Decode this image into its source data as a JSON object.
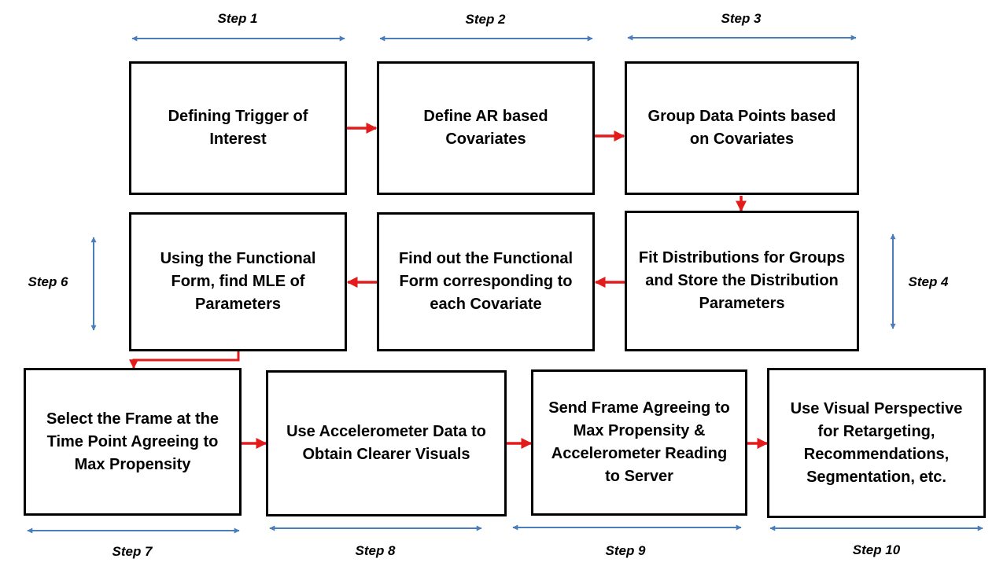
{
  "colors": {
    "flow_arrow": "#e31b1b",
    "step_arrow": "#4a7ebb",
    "box_border": "#000000"
  },
  "boxes": [
    {
      "id": "define-trigger",
      "text": "Defining Trigger of Interest",
      "step": "Step 1"
    },
    {
      "id": "define-ar-covariates",
      "text": "Define AR based Covariates",
      "step": "Step 2"
    },
    {
      "id": "group-data-points",
      "text": "Group Data Points based on Covariates",
      "step": "Step 3"
    },
    {
      "id": "fit-distributions",
      "text": "Fit Distributions for Groups and Store the Distribution Parameters",
      "step": "Step 4"
    },
    {
      "id": "find-functional-form",
      "text": "Find out the Functional Form corresponding to each Covariate",
      "step": ""
    },
    {
      "id": "find-mle",
      "text": "Using the Functional Form, find MLE of Parameters",
      "step": "Step 6"
    },
    {
      "id": "select-frame",
      "text": "Select the Frame at the Time Point Agreeing to Max Propensity",
      "step": "Step 7"
    },
    {
      "id": "accelerometer-visuals",
      "text": "Use Accelerometer Data to Obtain Clearer Visuals",
      "step": "Step 8"
    },
    {
      "id": "send-frame",
      "text": "Send Frame Agreeing to Max Propensity & Accelerometer Reading to Server",
      "step": "Step 9"
    },
    {
      "id": "visual-perspective",
      "text": "Use Visual Perspective for Retargeting, Recommendations, Segmentation, etc.",
      "step": "Step 10"
    }
  ],
  "flow": [
    [
      "define-trigger",
      "define-ar-covariates"
    ],
    [
      "define-ar-covariates",
      "group-data-points"
    ],
    [
      "group-data-points",
      "fit-distributions"
    ],
    [
      "fit-distributions",
      "find-functional-form"
    ],
    [
      "find-functional-form",
      "find-mle"
    ],
    [
      "find-mle",
      "select-frame"
    ],
    [
      "select-frame",
      "accelerometer-visuals"
    ],
    [
      "accelerometer-visuals",
      "send-frame"
    ],
    [
      "send-frame",
      "visual-perspective"
    ]
  ]
}
